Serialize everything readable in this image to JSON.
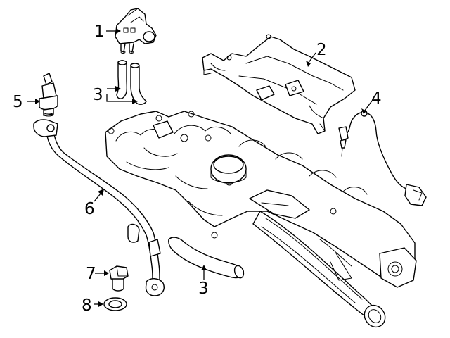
{
  "diagram": {
    "callouts": [
      {
        "id": "c1",
        "label": "1"
      },
      {
        "id": "c2",
        "label": "2"
      },
      {
        "id": "c3a",
        "label": "3"
      },
      {
        "id": "c3b",
        "label": "3"
      },
      {
        "id": "c4",
        "label": "4"
      },
      {
        "id": "c5",
        "label": "5"
      },
      {
        "id": "c6",
        "label": "6"
      },
      {
        "id": "c7",
        "label": "7"
      },
      {
        "id": "c8",
        "label": "8"
      }
    ]
  }
}
